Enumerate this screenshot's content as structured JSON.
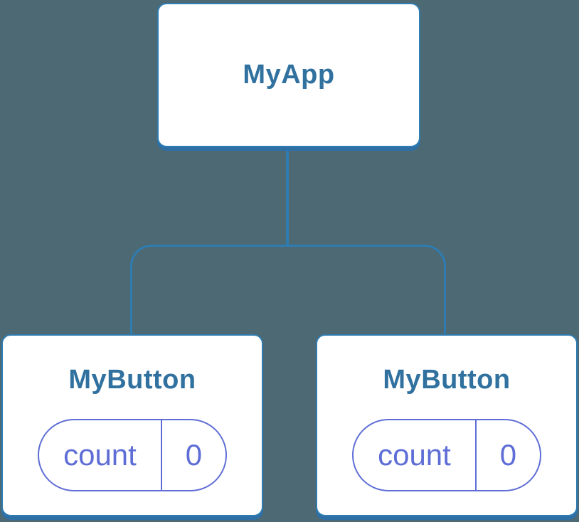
{
  "colors": {
    "background": "#4d6973",
    "line_blue": "#2e7cb2",
    "shadow_blue": "#2e6fa5",
    "title_blue": "#30719f",
    "state_indigo": "#5f6ed6",
    "node_bg": "#ffffff"
  },
  "diagram": {
    "root": {
      "label": "MyApp"
    },
    "children": [
      {
        "label": "MyButton",
        "state": {
          "name": "count",
          "value": "0"
        }
      },
      {
        "label": "MyButton",
        "state": {
          "name": "count",
          "value": "0"
        }
      }
    ]
  }
}
